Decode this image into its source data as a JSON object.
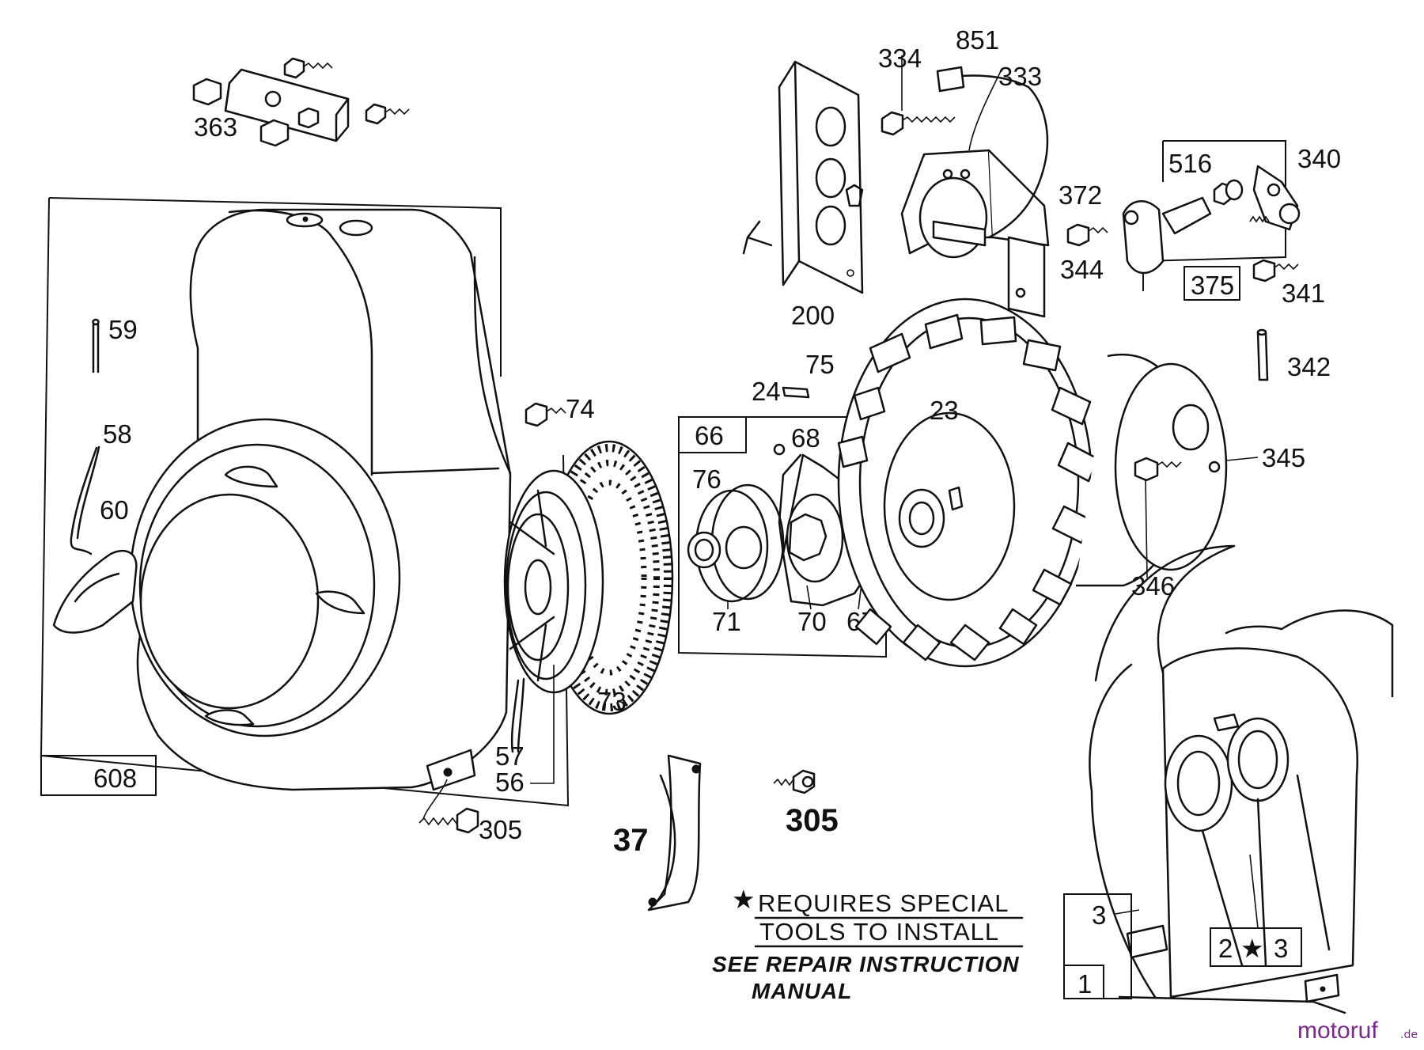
{
  "diagram": {
    "part_labels": {
      "p363": "363",
      "p59": "59",
      "p58": "58",
      "p60": "60",
      "p608": "608",
      "p305a": "305",
      "p305b": "305",
      "p74": "74",
      "p73": "73",
      "p57": "57",
      "p56": "56",
      "p37": "37",
      "p66": "66",
      "p68": "68",
      "p76": "76",
      "p71": "71",
      "p70": "70",
      "p67": "67",
      "p24": "24",
      "p75": "75",
      "p23": "23",
      "p200": "200",
      "p334": "334",
      "p851": "851",
      "p333": "333",
      "p372": "372",
      "p344": "344",
      "p516": "516",
      "p340": "340",
      "p375": "375",
      "p341": "341",
      "p342": "342",
      "p345": "345",
      "p346": "346",
      "p3a": "3",
      "p2": "2",
      "p3b": "3",
      "p1": "1"
    },
    "star_glyph": "★",
    "note": {
      "line1": "REQUIRES SPECIAL",
      "line2": "TOOLS TO INSTALL",
      "line3": "SEE REPAIR INSTRUCTION",
      "line4": "MANUAL"
    },
    "watermark": {
      "brand": "motoruf",
      "suffix": ".de",
      "brand_color": "#7a2a8c",
      "accent_color": "#e0902a"
    },
    "icons": [
      "screw-icon",
      "bolt-icon",
      "nut-icon",
      "star-icon"
    ]
  }
}
